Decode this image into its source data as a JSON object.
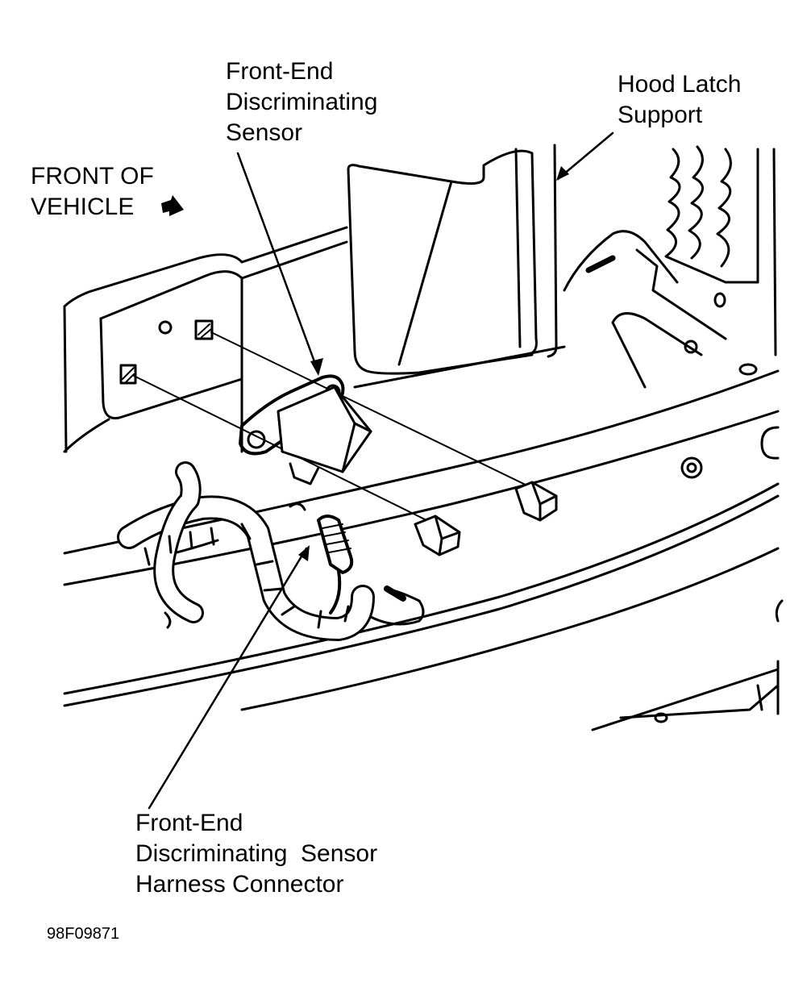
{
  "labels": {
    "sensor": [
      "Front-End",
      "Discriminating",
      "Sensor"
    ],
    "hood_latch": [
      "Hood Latch",
      "Support"
    ],
    "front_of_vehicle": [
      "FRONT OF",
      "VEHICLE"
    ],
    "harness_connector": [
      "Front-End",
      "Discriminating  Sensor",
      "Harness Connector"
    ]
  },
  "figure_id": "98F09871",
  "icons": {
    "front_arrow": "front-arrow-icon"
  },
  "colors": {
    "ink": "#000000",
    "paper": "#ffffff"
  }
}
